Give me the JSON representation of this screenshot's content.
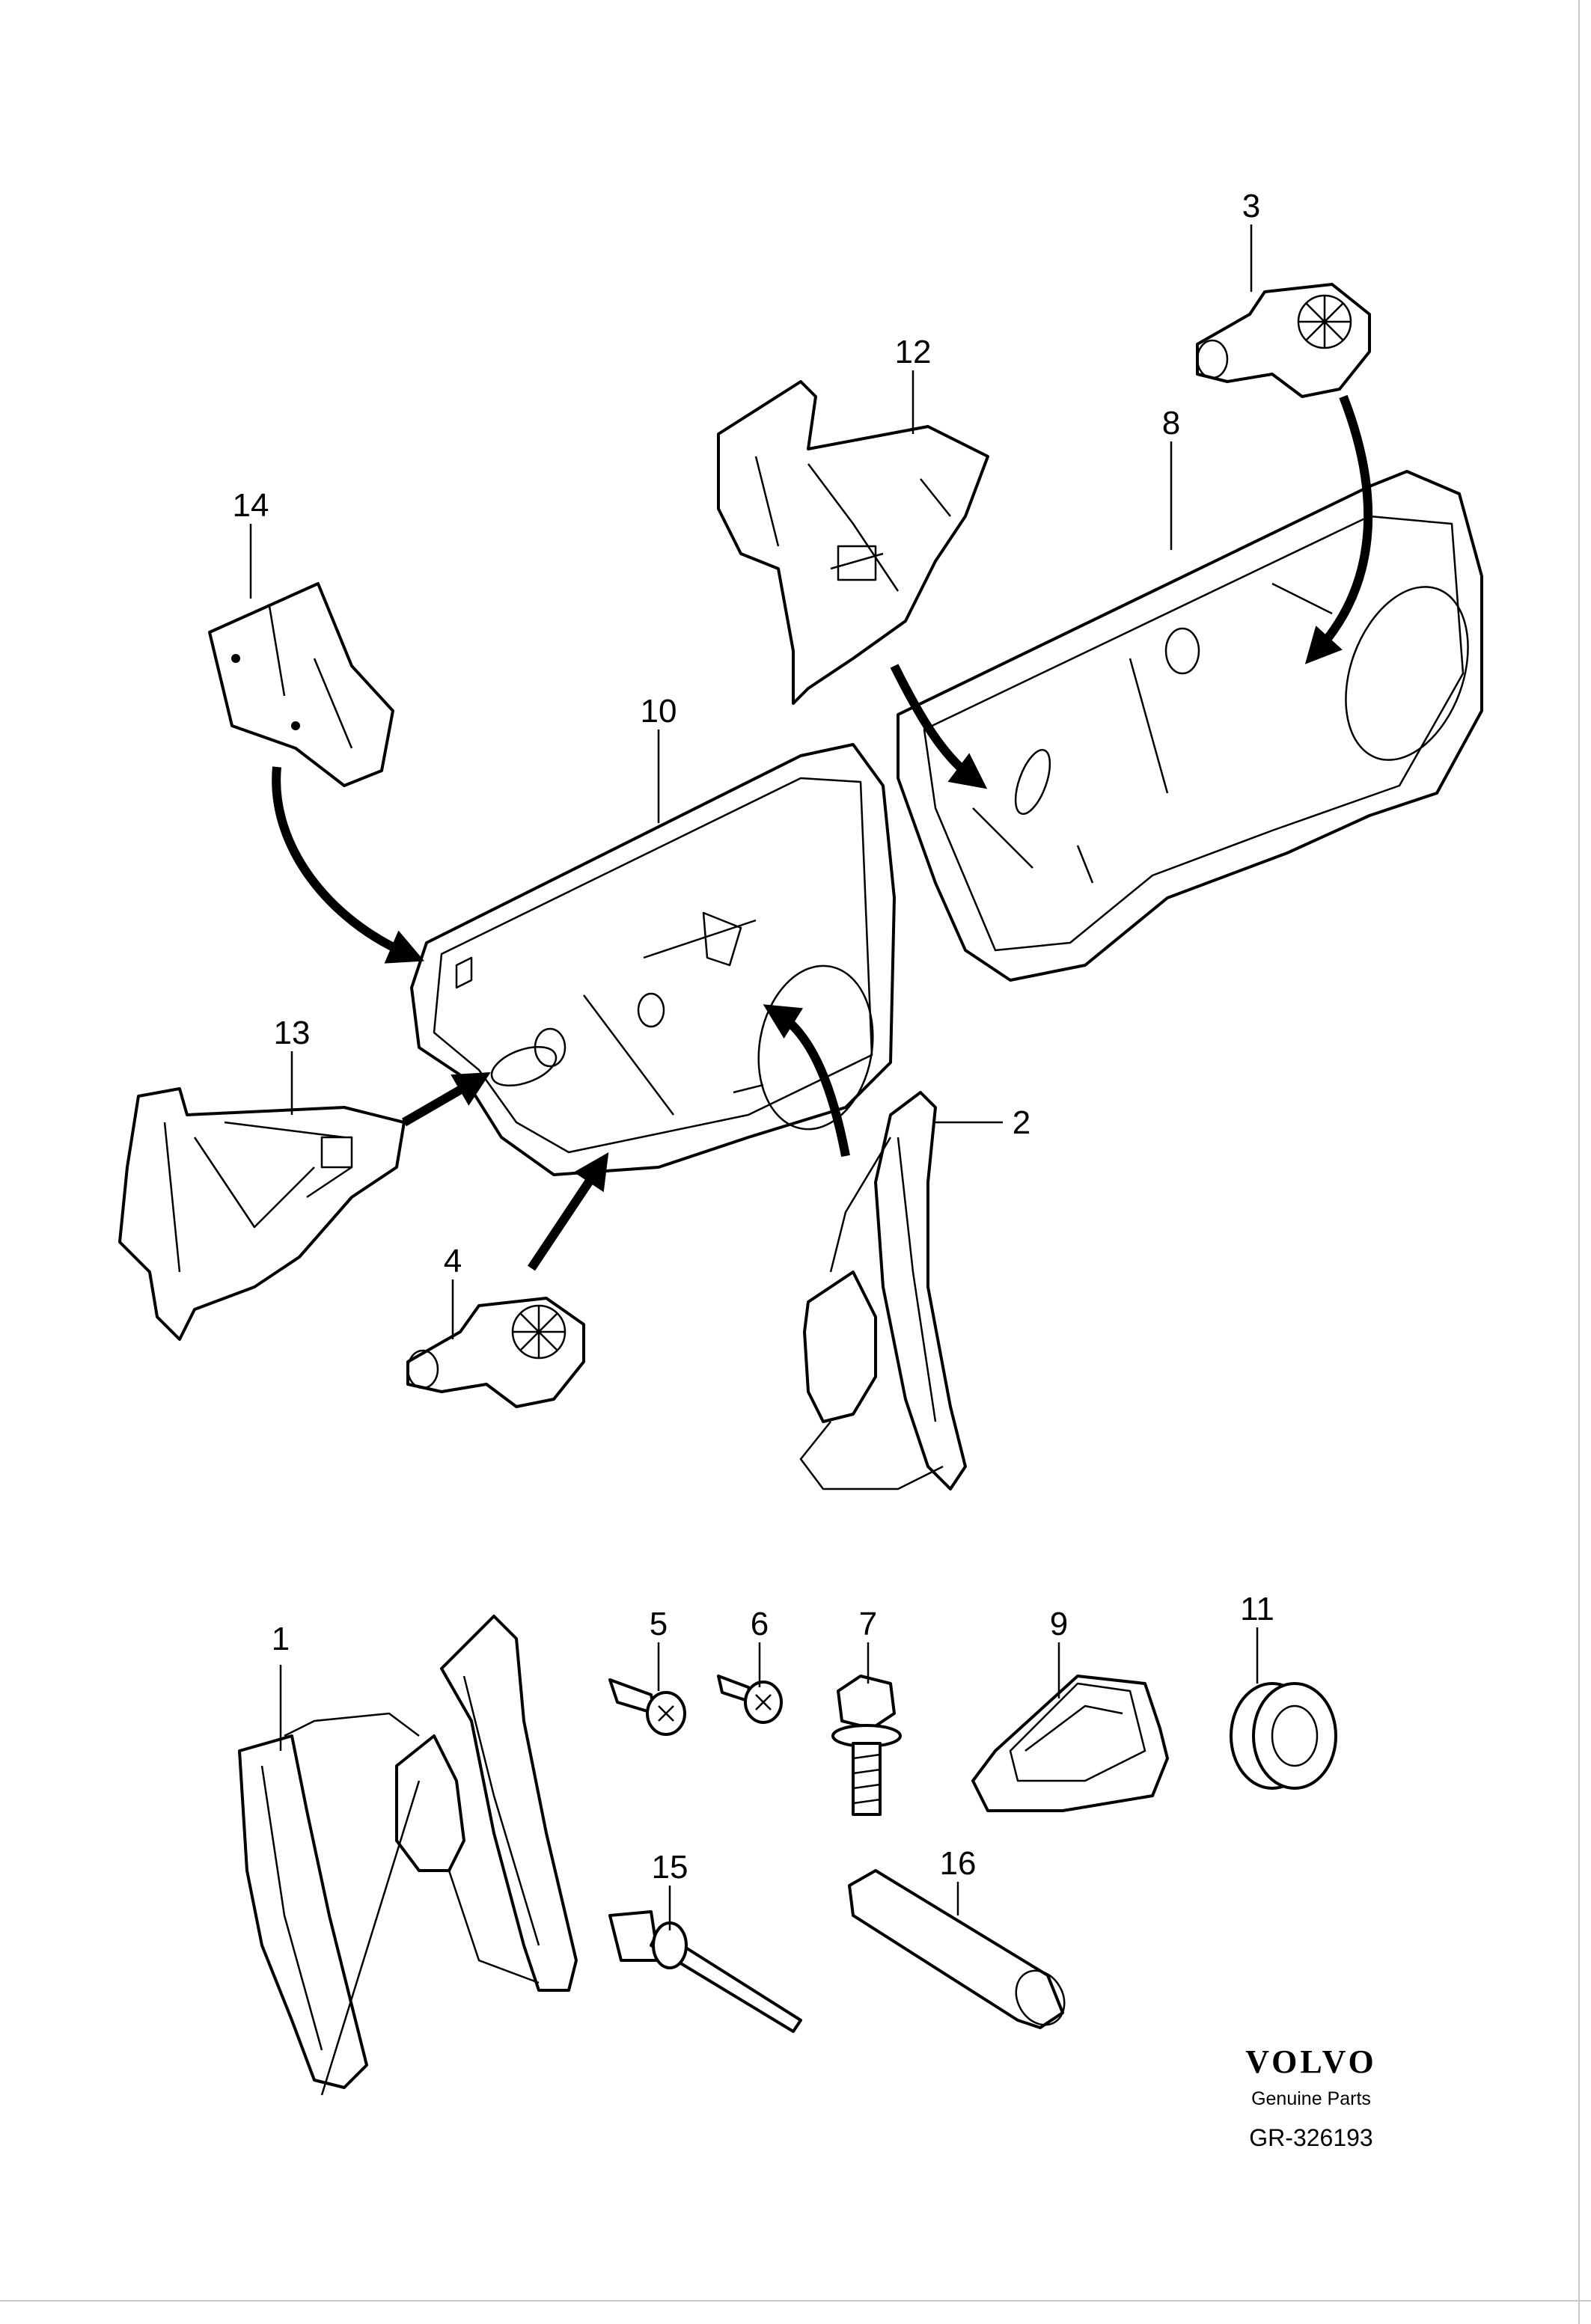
{
  "diagram": {
    "callouts": [
      "1",
      "2",
      "3",
      "4",
      "5",
      "6",
      "7",
      "8",
      "9",
      "10",
      "11",
      "12",
      "13",
      "14",
      "15",
      "16"
    ],
    "brand": {
      "logo_text": "VOLVO",
      "tagline": "Genuine Parts",
      "code": "GR-326193"
    }
  }
}
